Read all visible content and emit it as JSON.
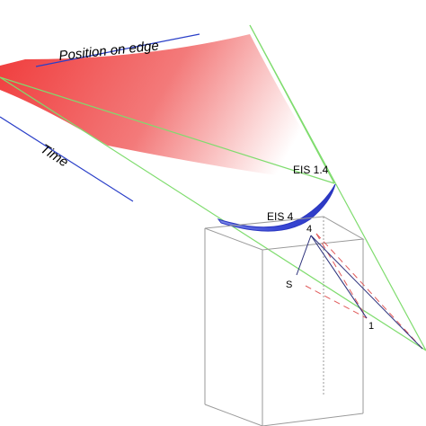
{
  "labels": {
    "position_axis": "Position on edge",
    "time_axis": "Time",
    "eis_upper": "EIS 1.4",
    "eis_lower": "EIS 4",
    "point_4": "4",
    "point_s": "S",
    "point_1": "1"
  },
  "colors": {
    "surface_red": "#f03a3a",
    "curve_blue": "#3a49d6",
    "ray_green": "#7fdc6e",
    "axis_blue": "#2a3fc8",
    "box_gray": "#9a9a9a",
    "dashed_red": "#e05a5a"
  }
}
